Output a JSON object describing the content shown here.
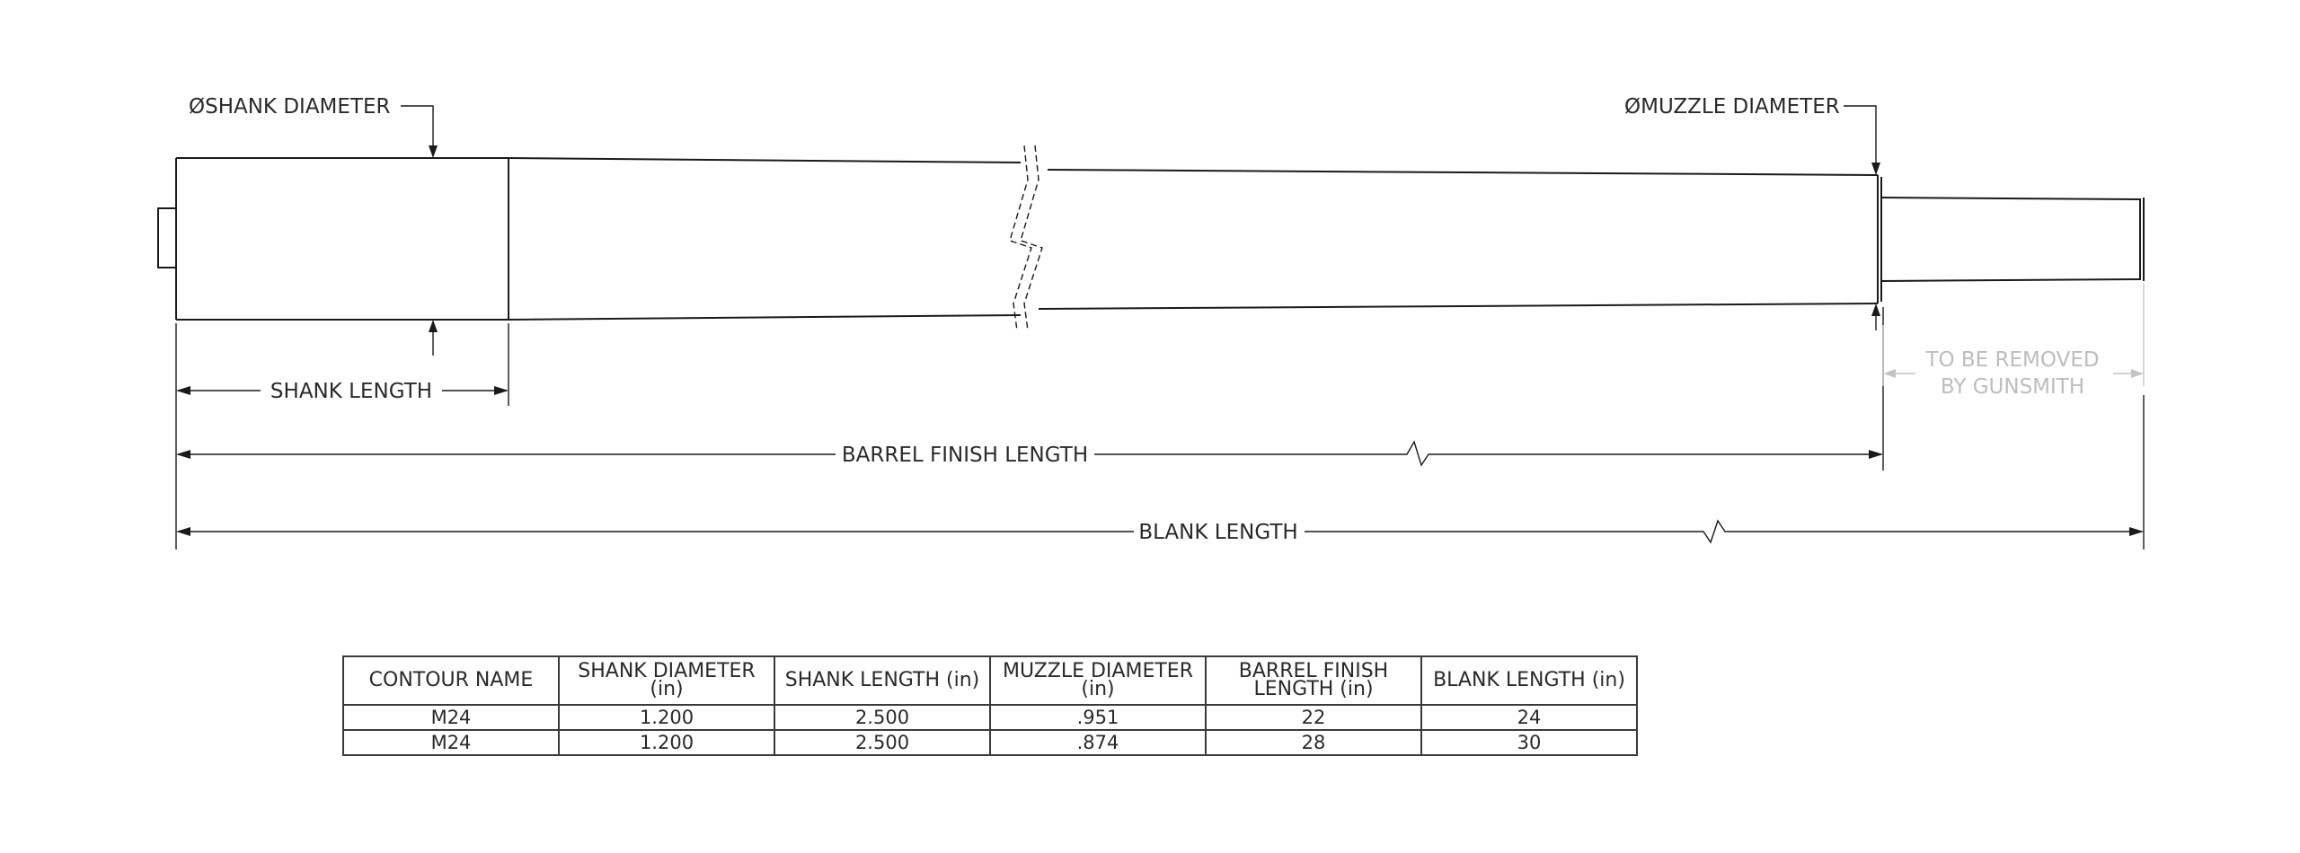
{
  "labels": {
    "shank_diameter": "ØSHANK DIAMETER",
    "muzzle_diameter": "ØMUZZLE DIAMETER",
    "shank_length": "SHANK LENGTH",
    "barrel_finish_length": "BARREL FINISH LENGTH",
    "blank_length": "BLANK LENGTH",
    "to_be_removed_line1": "TO BE REMOVED",
    "to_be_removed_line2": "BY GUNSMITH"
  },
  "table": {
    "headers": [
      [
        "CONTOUR NAME"
      ],
      [
        "SHANK DIAMETER",
        "(in)"
      ],
      [
        "SHANK LENGTH (in)"
      ],
      [
        "MUZZLE DIAMETER",
        "(in)"
      ],
      [
        "BARREL FINISH",
        "LENGTH (in)"
      ],
      [
        "BLANK LENGTH (in)"
      ]
    ],
    "rows": [
      [
        "M24",
        "1.200",
        "2.500",
        ".951",
        "22",
        "24"
      ],
      [
        "M24",
        "1.200",
        "2.500",
        ".874",
        "28",
        "30"
      ]
    ]
  },
  "colors": {
    "line": "#1a1a1a",
    "text": "#2a2a2a",
    "removed_note": "#bdbdbd"
  }
}
